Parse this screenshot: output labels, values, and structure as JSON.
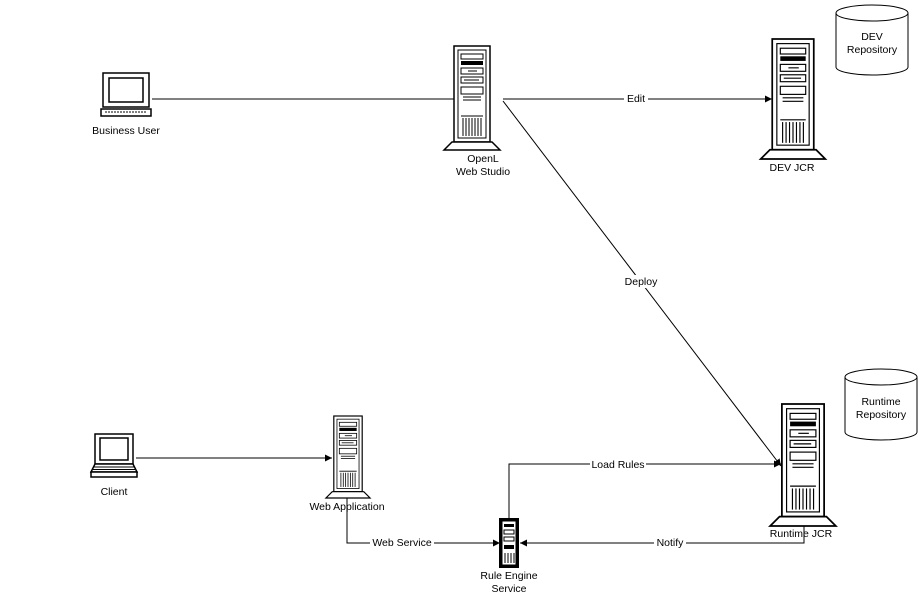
{
  "nodes": {
    "business_user": {
      "label": [
        "Business User"
      ],
      "icon": "desktop-computer-icon"
    },
    "web_studio": {
      "label": [
        "OpenL",
        "Web Studio"
      ],
      "icon": "server-tower-icon"
    },
    "dev_jcr": {
      "label": [
        "DEV JCR"
      ],
      "icon": "server-tower-icon"
    },
    "dev_repository": {
      "label": [
        "DEV",
        "Repository"
      ],
      "icon": "database-cylinder-icon"
    },
    "runtime_repository": {
      "label": [
        "Runtime",
        "Repository"
      ],
      "icon": "database-cylinder-icon"
    },
    "runtime_jcr": {
      "label": [
        "Runtime JCR"
      ],
      "icon": "server-tower-icon"
    },
    "client": {
      "label": [
        "Client"
      ],
      "icon": "laptop-icon"
    },
    "web_application": {
      "label": [
        "Web Application"
      ],
      "icon": "server-tower-icon"
    },
    "rule_engine": {
      "label": [
        "Rule Engine",
        "Service"
      ],
      "icon": "small-server-icon"
    }
  },
  "edges": {
    "edit": "Edit",
    "deploy": "Deploy",
    "load_rules": "Load Rules",
    "web_service": "Web Service",
    "notify": "Notify"
  }
}
